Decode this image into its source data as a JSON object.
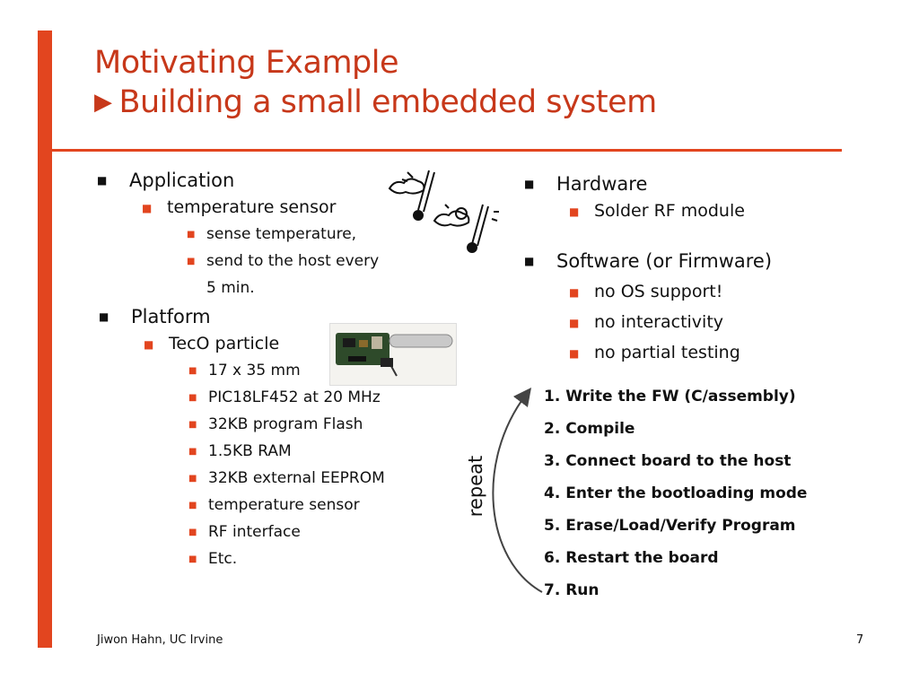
{
  "title": {
    "line1": "Motivating Example",
    "line2": "Building a small embedded system"
  },
  "left": {
    "application": {
      "label": "Application",
      "sub": {
        "label": "temperature sensor",
        "items": [
          "sense temperature,",
          "send to the host every 5 min."
        ]
      }
    },
    "platform": {
      "label": "Platform",
      "sub": {
        "label": "TecO particle",
        "items": [
          "17 x 35 mm",
          "PIC18LF452 at 20 MHz",
          "32KB program Flash",
          "1.5KB RAM",
          "32KB external EEPROM",
          "temperature sensor",
          "RF interface",
          "Etc."
        ]
      }
    }
  },
  "right": {
    "hardware": {
      "label": "Hardware",
      "items": [
        "Solder RF module"
      ]
    },
    "software": {
      "label": "Software (or Firmware)",
      "items": [
        "no OS support!",
        "no interactivity",
        "no partial testing"
      ]
    }
  },
  "steps": [
    "1. Write the FW (C/assembly)",
    "2. Compile",
    "3. Connect board to the host",
    "4. Enter the bootloading mode",
    "5. Erase/Load/Verify Program",
    "6. Restart the board",
    "7. Run"
  ],
  "repeat_label": "repeat",
  "footer": {
    "author": "Jiwon Hahn, UC Irvine",
    "page": "7"
  },
  "colors": {
    "accent": "#e2451f",
    "title": "#c7381a"
  },
  "icons": [
    "weather-thermometer-icon",
    "circuit-board-photo"
  ]
}
